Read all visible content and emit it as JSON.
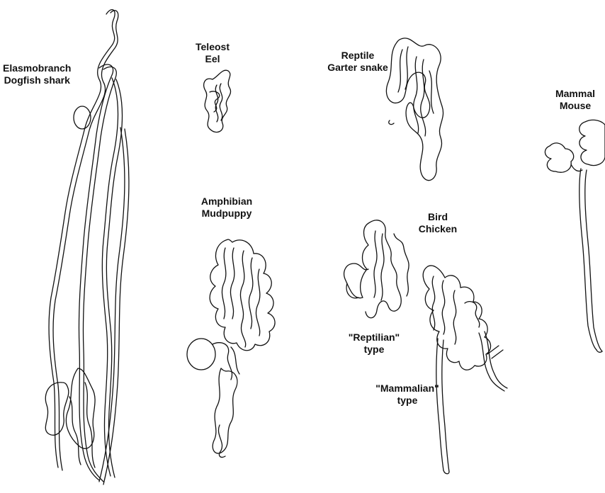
{
  "figure": {
    "ink_color": "#111111",
    "background_color": "#ffffff",
    "specimens": [
      {
        "id": "dogfish",
        "line1": "Elasmobranch",
        "line2": "Dogfish shark"
      },
      {
        "id": "eel",
        "line1": "Teleost",
        "line2": "Eel"
      },
      {
        "id": "garter",
        "line1": "Reptile",
        "line2": "Garter snake"
      },
      {
        "id": "mouse",
        "line1": "Mammal",
        "line2": "Mouse"
      },
      {
        "id": "mudpuppy",
        "line1": "Amphibian",
        "line2": "Mudpuppy"
      },
      {
        "id": "chicken",
        "line1": "Bird",
        "line2": "Chicken"
      }
    ],
    "chicken_types": [
      {
        "id": "reptilian",
        "line1": "\"Reptilian\"",
        "line2": "type"
      },
      {
        "id": "mammalian",
        "line1": "\"Mammalian\"",
        "line2": "type"
      }
    ]
  }
}
